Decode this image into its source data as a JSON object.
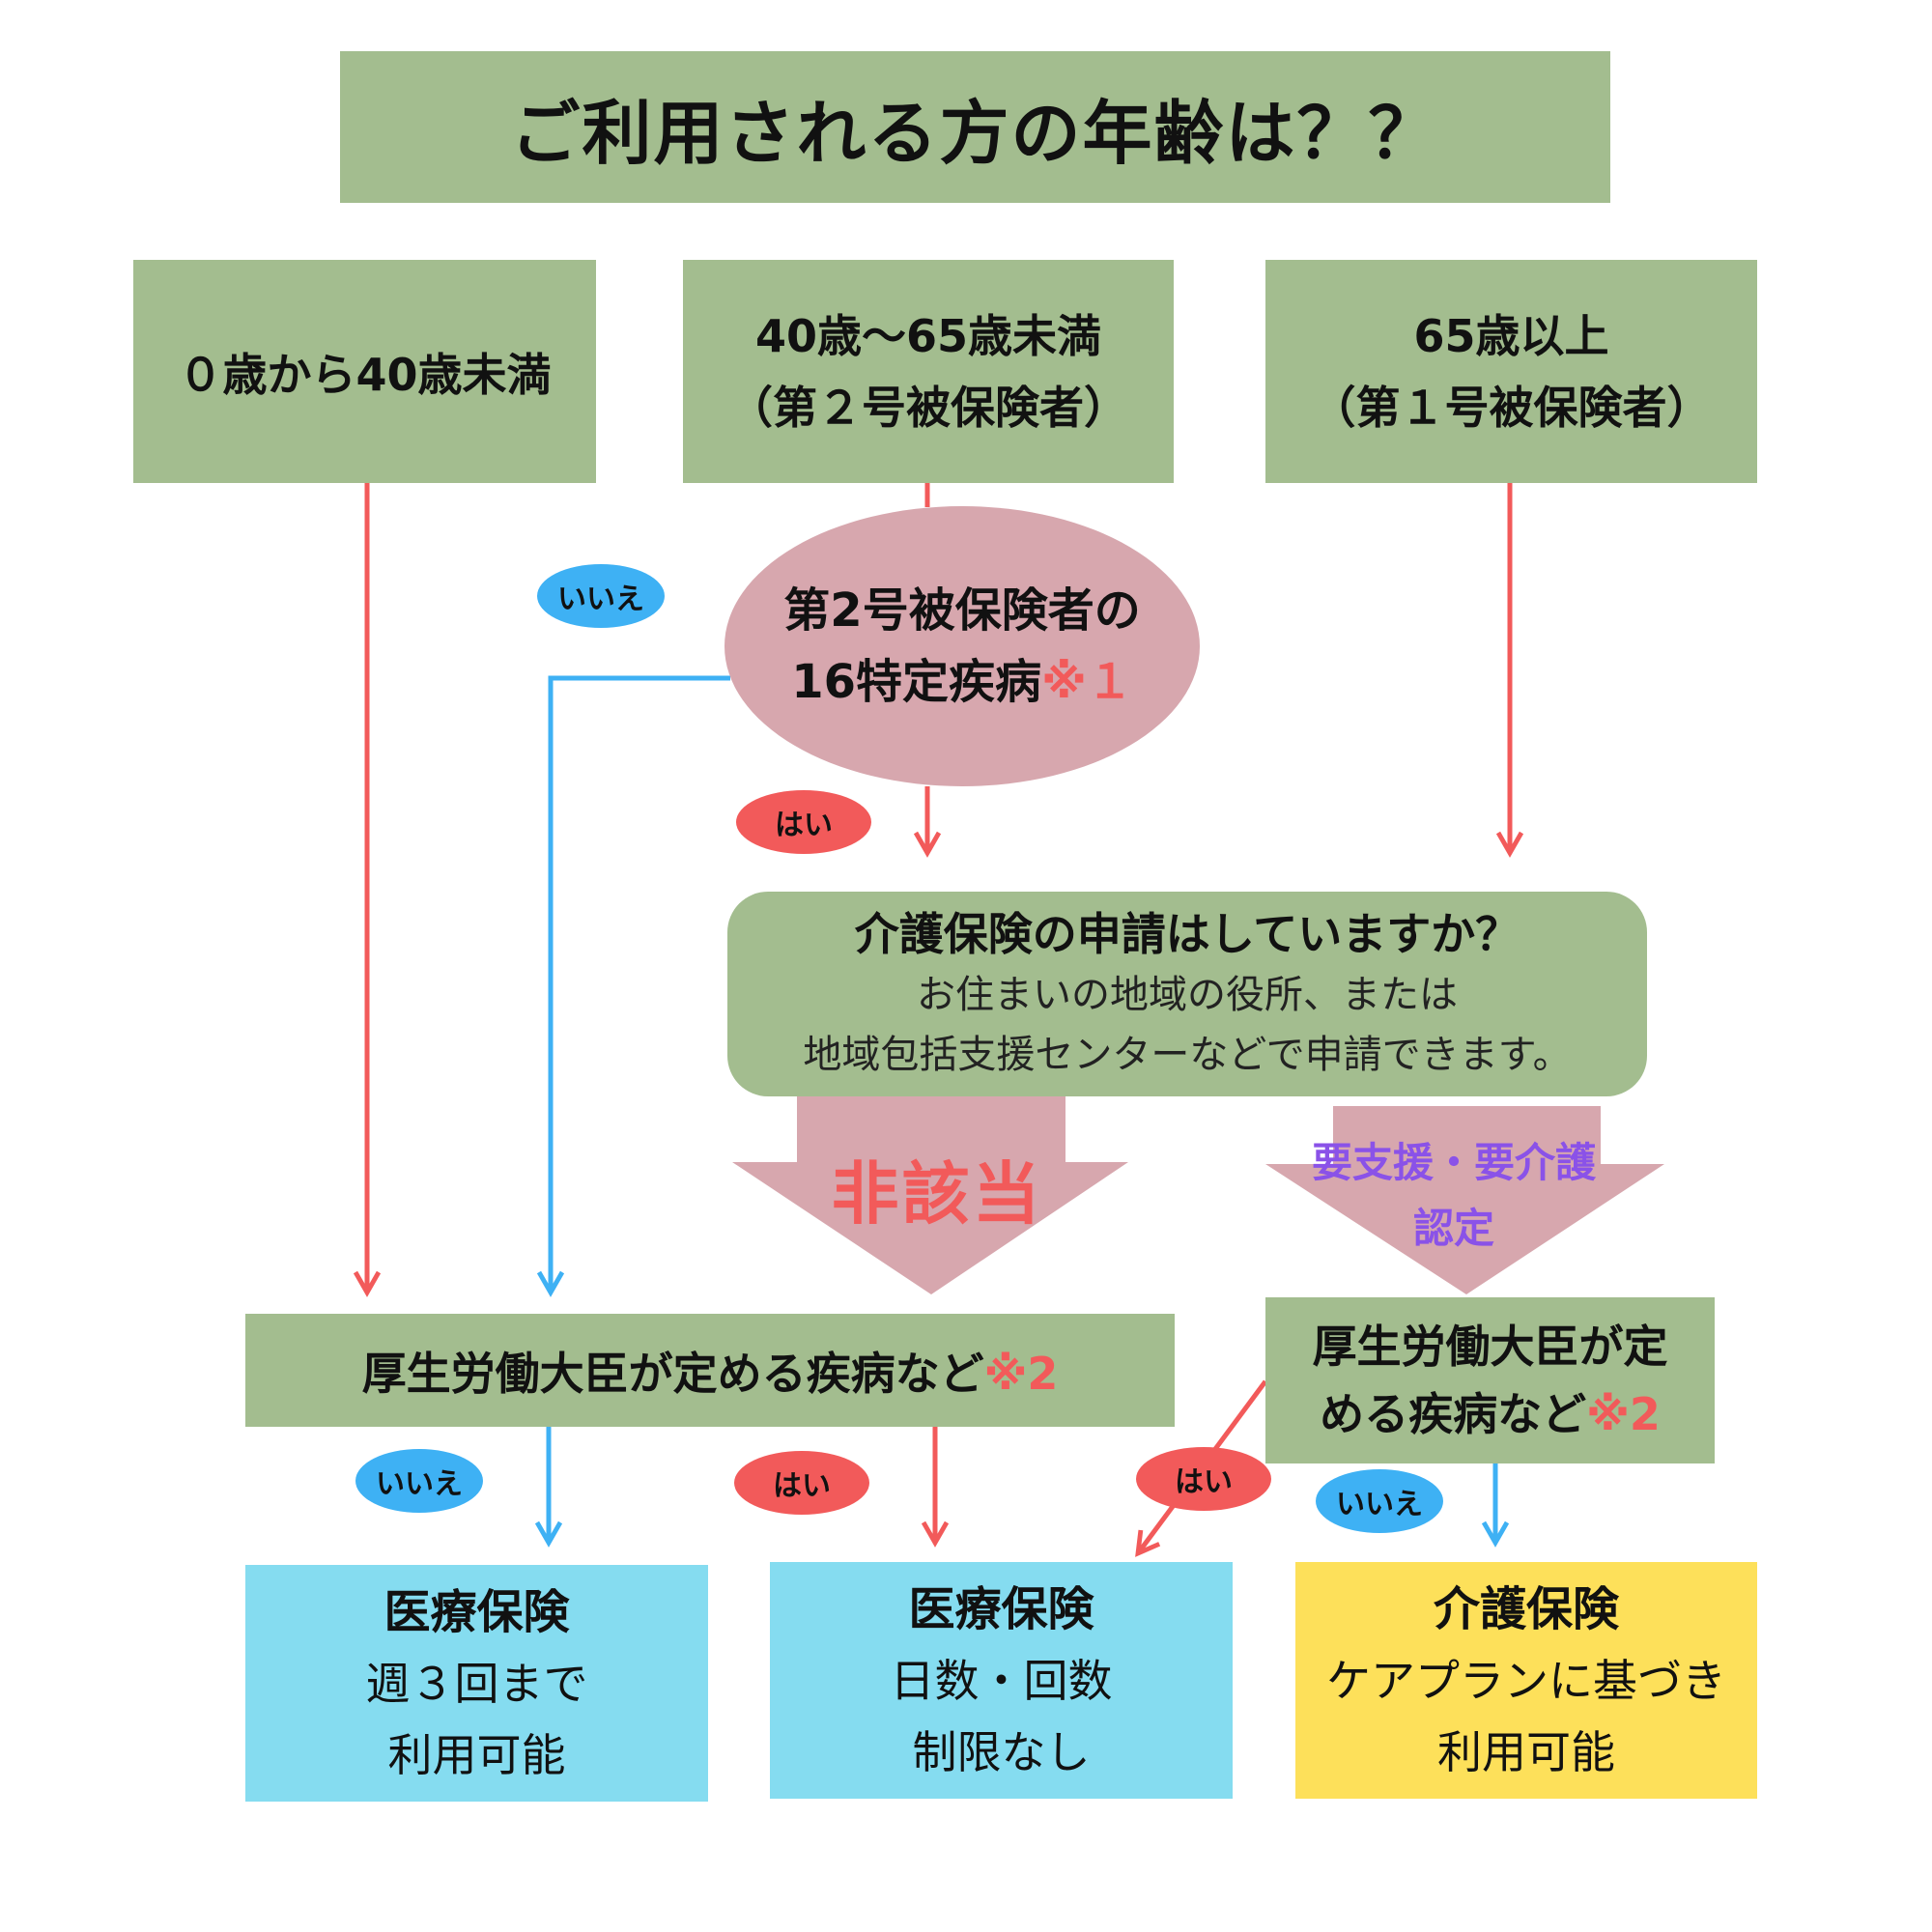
{
  "title": "ご利用される方の年齢は？？",
  "age_groups": {
    "under40": {
      "label": "０歳から40歳未満"
    },
    "40to65": {
      "line1": "40歳～65歳未満",
      "line2": "（第２号被保険者）"
    },
    "65plus": {
      "line1": "65歳以上",
      "line2": "（第１号被保険者）"
    }
  },
  "specific_disease": {
    "line1": "第2号被保険者の",
    "line2": "16特定疾病",
    "note": "※１"
  },
  "application": {
    "question": "介護保険の申請はしていますか？",
    "sub_line1": "お住まいの地域の役所、または",
    "sub_line2": "地域包括支援センターなどで申請できます。"
  },
  "arrows": {
    "not_applicable": "非該当",
    "certified_line1": "要支援・要介護",
    "certified_line2": "認定"
  },
  "disease_left": {
    "label": "厚生労働大臣が定める疾病など",
    "note": "※2"
  },
  "disease_right": {
    "line1": "厚生労働大臣が定",
    "line2": "める疾病など",
    "note": "※2"
  },
  "badges": {
    "yes": "はい",
    "no": "いいえ"
  },
  "results": {
    "left": {
      "title": "医療保険",
      "line1": "週３回まで",
      "line2": "利用可能"
    },
    "middle": {
      "title": "医療保険",
      "line1": "日数・回数",
      "line2": "制限なし"
    },
    "right": {
      "title": "介護保険",
      "line1": "ケアプランに基づき",
      "line2": "利用可能"
    }
  },
  "colors": {
    "box_green": "#a3bd8f",
    "ellipse_pink": "#d7a7ae",
    "big_arrow_pink": "#d7a7ae",
    "result_cyan": "#85dcf0",
    "result_yellow": "#fde05a",
    "line_red": "#f25a5a",
    "line_blue": "#3eb1f4",
    "certified_purple": "#8a52e8"
  }
}
